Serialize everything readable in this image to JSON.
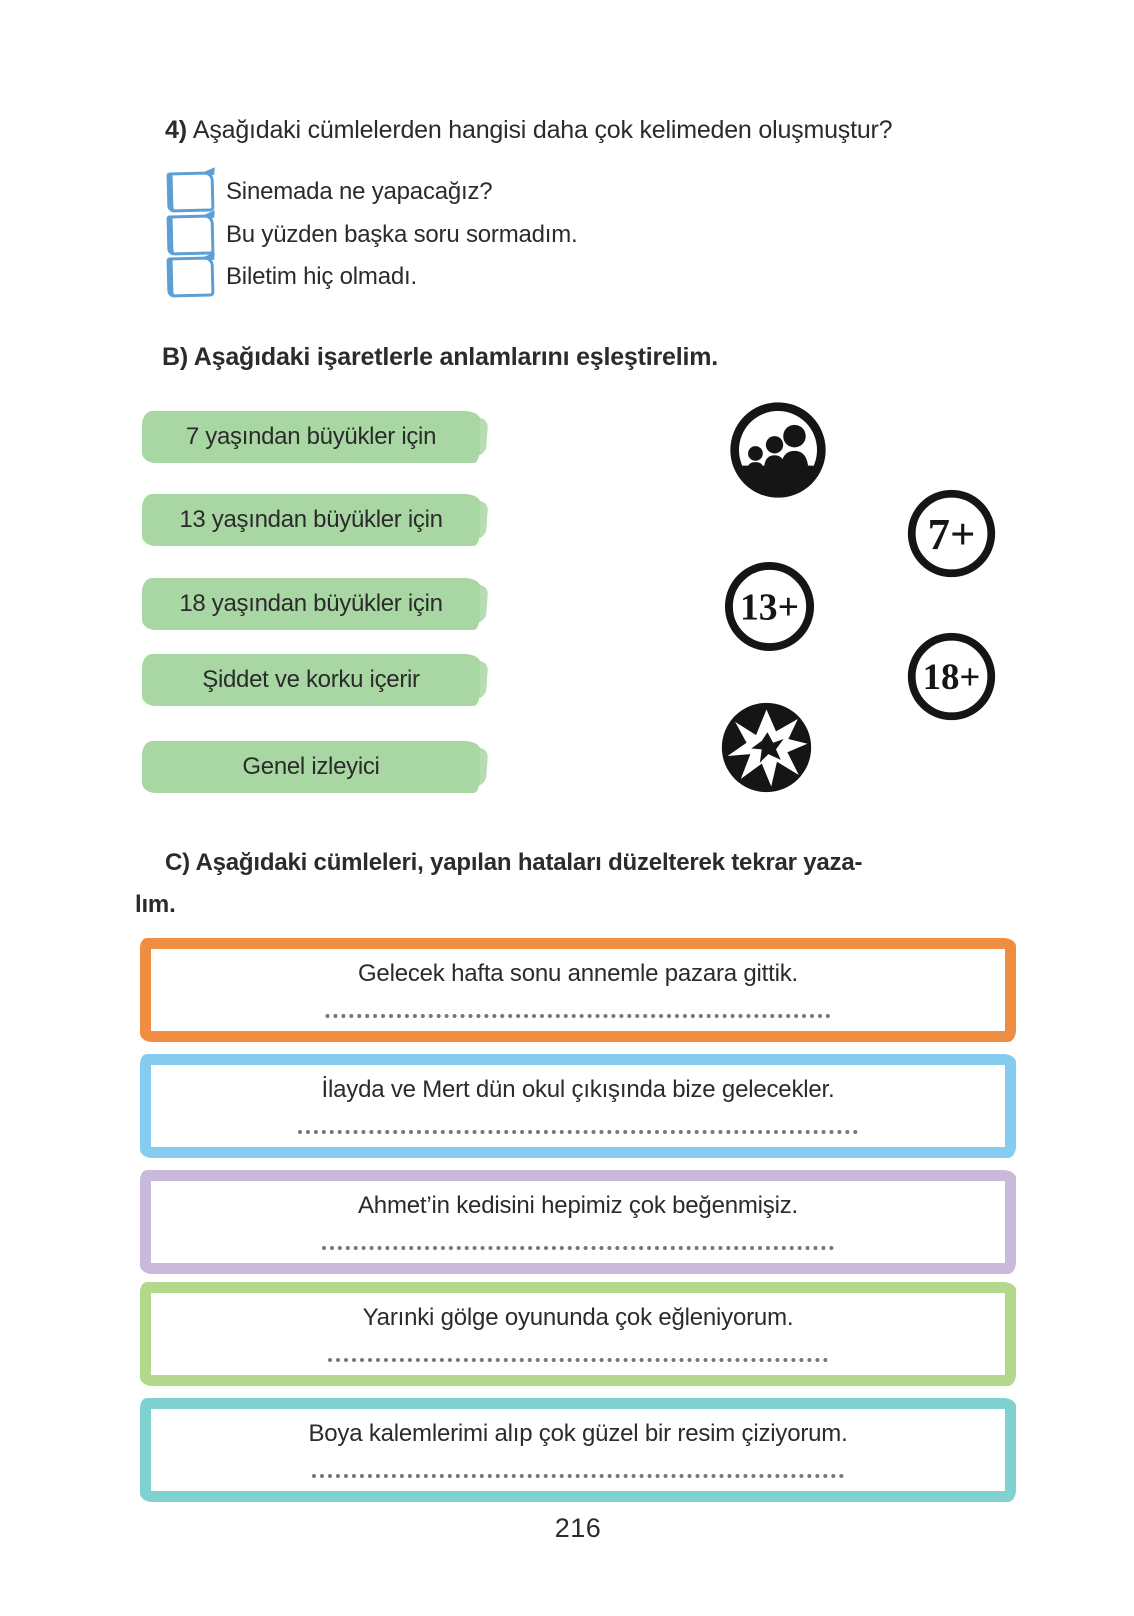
{
  "page": {
    "number": "216"
  },
  "question4": {
    "number_label": "4)",
    "prompt": "Aşağıdaki cümlelerden hangisi daha çok kelimeden oluşmuştur?",
    "options": [
      "Sinemada ne yapacağız?",
      "Bu yüzden başka soru sormadım.",
      "Biletim hiç olmadı."
    ]
  },
  "sectionB": {
    "heading": "B) Aşağıdaki işaretlerle anlamlarını eşleştirelim.",
    "labels": [
      "7 yaşından büyükler için",
      "13 yaşından büyükler için",
      "18 yaşından büyükler için",
      "Şiddet ve korku içerir",
      "Genel izleyici"
    ],
    "icons": [
      {
        "name": "general-audience-icon",
        "text": ""
      },
      {
        "name": "age-7-plus-icon",
        "text": "7+"
      },
      {
        "name": "age-13-plus-icon",
        "text": "13+"
      },
      {
        "name": "age-18-plus-icon",
        "text": "18+"
      },
      {
        "name": "violence-fear-icon",
        "text": ""
      }
    ],
    "label_highlight_color": "#a9d7a4"
  },
  "sectionC": {
    "heading_line1": "C) Aşağıdaki cümleleri, yapılan hataları düzelterek tekrar yaza-",
    "heading_line2": "lım.",
    "boxes": [
      {
        "sentence": "Gelecek hafta sonu annemle pazara gittik.",
        "border_color": "#ef8e43"
      },
      {
        "sentence": "İlayda ve Mert dün okul çıkışında bize gelecekler.",
        "border_color": "#85ccf0"
      },
      {
        "sentence": "Ahmet’in kedisini hepimiz çok beğenmişiz.",
        "border_color": "#c9badb"
      },
      {
        "sentence": "Yarınki gölge oyununda çok eğleniyorum.",
        "border_color": "#b3d88c"
      },
      {
        "sentence": "Boya kalemlerimi alıp çok güzel bir resim çiziyorum.",
        "border_color": "#7fd2d0"
      }
    ]
  },
  "colors": {
    "ink": "#2b2b2b",
    "checkbox_blue": "#5b9fd6",
    "dotted_line": "#777777",
    "icon_black": "#151515"
  }
}
